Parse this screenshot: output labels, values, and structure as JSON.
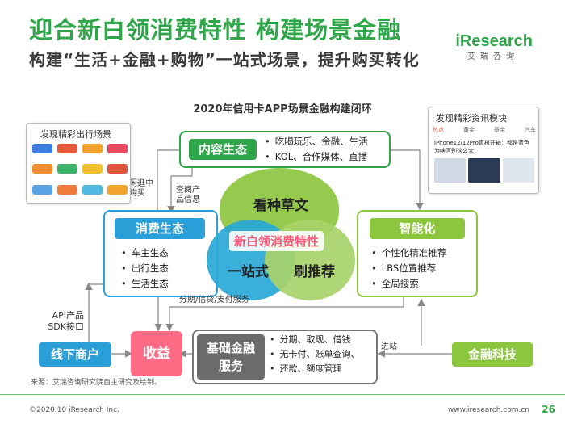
{
  "header": {
    "title": "迎合新白领消费特性 构建场景金融",
    "subtitle": "构建“生活+金融+购物”一站式场景，提升购买转化",
    "logo": "iResearch",
    "logo_sub": "艾瑞咨询"
  },
  "diagram": {
    "title": "2020年信用卡APP场景金融构建闭环",
    "content_eco": {
      "label": "内容生态",
      "items": [
        "吃喝玩乐、金融、生活",
        "KOL、合作媒体、直播"
      ]
    },
    "consume_eco": {
      "label": "消费生态",
      "items": [
        "车主生态",
        "出行生态",
        "生活生态"
      ]
    },
    "smart": {
      "label": "智能化",
      "items": [
        "个性化精准推荐",
        "LBS位置推荐",
        "全局搜索"
      ]
    },
    "offline": {
      "label": "线下商户"
    },
    "income": {
      "label": "收益"
    },
    "basic_finance": {
      "label_line1": "基础金融",
      "label_line2": "服务",
      "items": [
        "分期、取现、借钱",
        "无卡付、账单查询、",
        "还款、额度管理"
      ]
    },
    "fintech": {
      "label": "金融科技"
    },
    "venn": {
      "top": "看种草文",
      "left": "一站式",
      "right": "刷推荐",
      "center": "新白领消费特性"
    },
    "callouts": {
      "travel_scene": "发现精彩出行场景",
      "news_module": "发现精彩资讯模块"
    },
    "arrow_labels": {
      "browse_buy": [
        "闲逛中",
        "购买"
      ],
      "check_product": [
        "查阅产",
        "品信息"
      ],
      "services": "分期/信贷/支付服务",
      "api": [
        "API产品",
        "SDK接口"
      ],
      "enter": "进站"
    },
    "phone_tabs": [
      "热点",
      "黄金",
      "基金",
      "汽车"
    ],
    "phone_headline": "iPhone12/12Pro真机开箱：都是蓝色为啥区别这么大",
    "colors": {
      "green": "#2fa64a",
      "lightgreen": "#8cc63f",
      "blue": "#2a9fd8",
      "teal": "#1aa6b7",
      "pink": "#ff5a7a",
      "gray": "#6b6b6b"
    }
  },
  "footer": {
    "source": "来源：艾瑞咨询研究院自主研究及绘制。",
    "copyright": "©2020.10 iResearch Inc.",
    "site": "www.iresearch.com.cn",
    "page": "26"
  }
}
